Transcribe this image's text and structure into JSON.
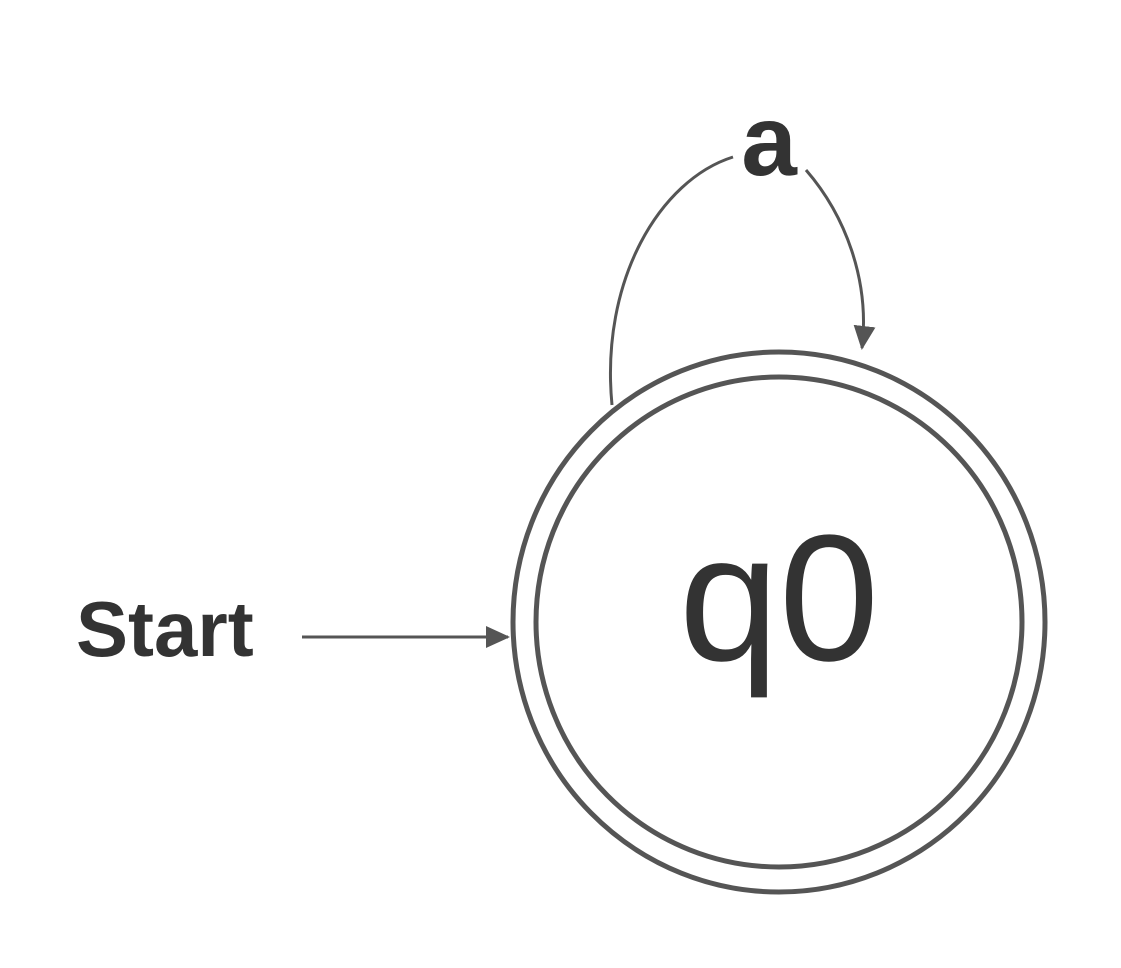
{
  "diagram": {
    "type": "finite-automaton",
    "colors": {
      "stroke": "#555555",
      "text": "#333333",
      "background": "#ffffff"
    },
    "start_label": "Start",
    "states": [
      {
        "id": "q0",
        "label": "q0",
        "accepting": true,
        "initial": true
      }
    ],
    "transitions": [
      {
        "from": "q0",
        "to": "q0",
        "label": "a"
      }
    ]
  }
}
